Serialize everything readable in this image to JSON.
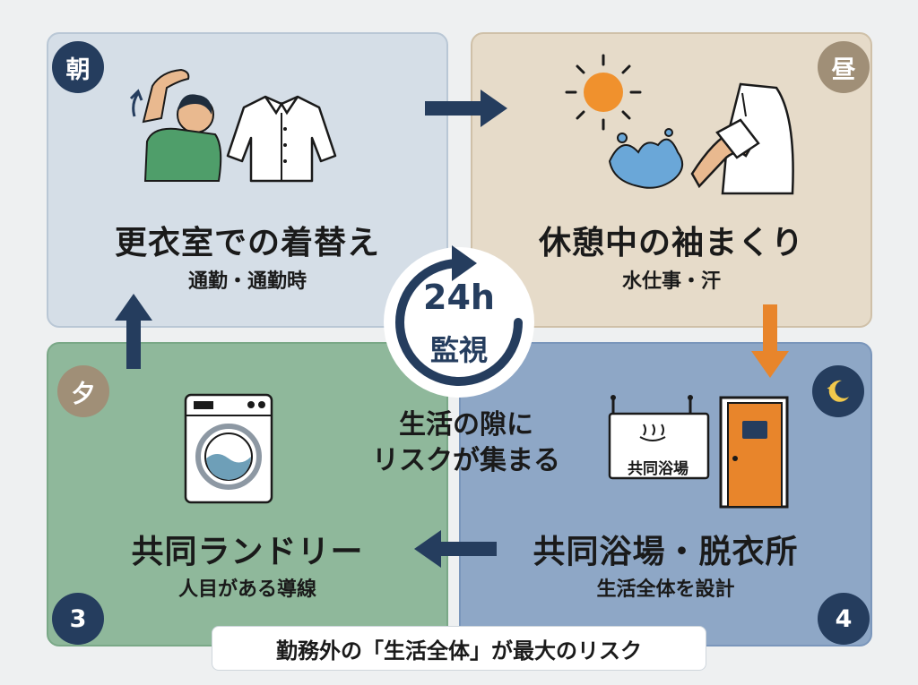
{
  "panels": {
    "morning": {
      "badge": "朝",
      "title": "更衣室での着替え",
      "subtitle": "通勤・通勤時"
    },
    "noon": {
      "badge": "昼",
      "title": "休憩中の袖まくり",
      "subtitle": "水仕事・汗"
    },
    "evening": {
      "badge": "夕",
      "title": "共同ランドリー",
      "subtitle": "人目がある導線",
      "number": "3"
    },
    "night": {
      "title": "共同浴場・脱衣所",
      "subtitle": "生活全体を設計",
      "number": "4",
      "sign": "共同浴場"
    }
  },
  "center": {
    "line1": "24h",
    "line2": "監視",
    "caption_line1": "生活の隙に",
    "caption_line2": "リスクが集まる"
  },
  "banner": "勤務外の「生活全体」が最大のリスク",
  "colors": {
    "navy": "#253d5e",
    "orange": "#e8852b",
    "morning_bg": "#d5dee7",
    "noon_bg": "#e6dbc9",
    "evening_bg": "#8fb89b",
    "night_bg": "#8ea7c6"
  },
  "icons": [
    "stretching-person-icon",
    "shirt-icon",
    "sun-icon",
    "water-splash-icon",
    "rolled-sleeve-icon",
    "moon-icon",
    "washing-machine-icon",
    "bath-sign-icon",
    "door-icon",
    "cycle-arrow-icon"
  ]
}
